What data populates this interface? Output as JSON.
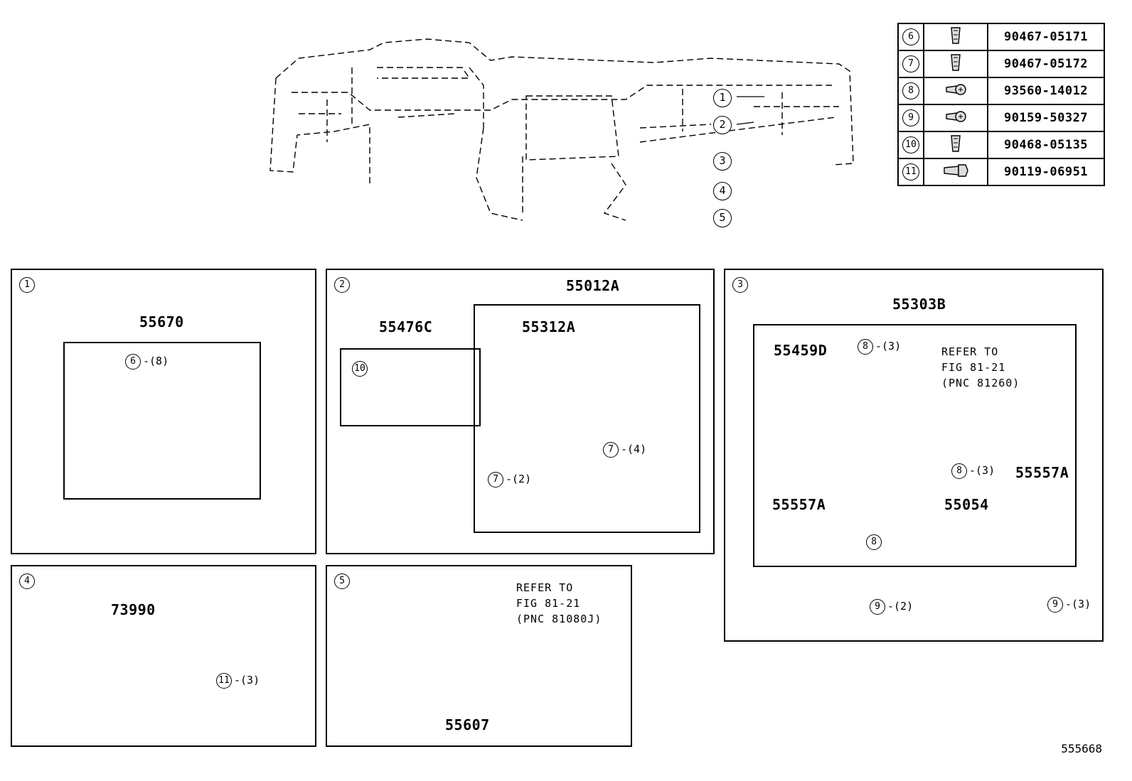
{
  "callouts_top": [
    "1",
    "2",
    "3",
    "4",
    "5"
  ],
  "hardware": [
    {
      "ref": "6",
      "part": "90467-05171",
      "icon": "clip-icon"
    },
    {
      "ref": "7",
      "part": "90467-05172",
      "icon": "clip-icon"
    },
    {
      "ref": "8",
      "part": "93560-14012",
      "icon": "screw-icon"
    },
    {
      "ref": "9",
      "part": "90159-50327",
      "icon": "screw-icon"
    },
    {
      "ref": "10",
      "part": "90468-05135",
      "icon": "clip-icon"
    },
    {
      "ref": "11",
      "part": "90119-06951",
      "icon": "bolt-icon"
    }
  ],
  "panel1": {
    "label": "1",
    "part": "55670",
    "fastener": "6",
    "qty": "-(8)"
  },
  "panel2": {
    "label": "2",
    "assembly": "55012A",
    "part_a": "55476C",
    "part_b": "55312A",
    "fastener_a": "10",
    "fastener_b": "7",
    "qty_b": "-(4)",
    "fastener_c": "7",
    "qty_c": "-(2)"
  },
  "panel3": {
    "label": "3",
    "assembly": "55303B",
    "part_a": "55459D",
    "part_b": "55557A",
    "part_c": "55557A",
    "part_d": "55054",
    "fastener_a": "8",
    "qty_a": "-(3)",
    "fastener_b": "8",
    "qty_b": "-(3)",
    "fastener_c": "8",
    "fastener_d": "9",
    "qty_d": "-(2)",
    "fastener_e": "9",
    "qty_e": "-(3)",
    "refer": "REFER TO\nFIG 81-21\n(PNC 81260)"
  },
  "panel4": {
    "label": "4",
    "part": "73990",
    "fastener": "11",
    "qty": "-(3)"
  },
  "panel5": {
    "label": "5",
    "part": "55607",
    "refer": "REFER TO\nFIG 81-21\n(PNC 81080J)"
  },
  "figure_number": "555668"
}
